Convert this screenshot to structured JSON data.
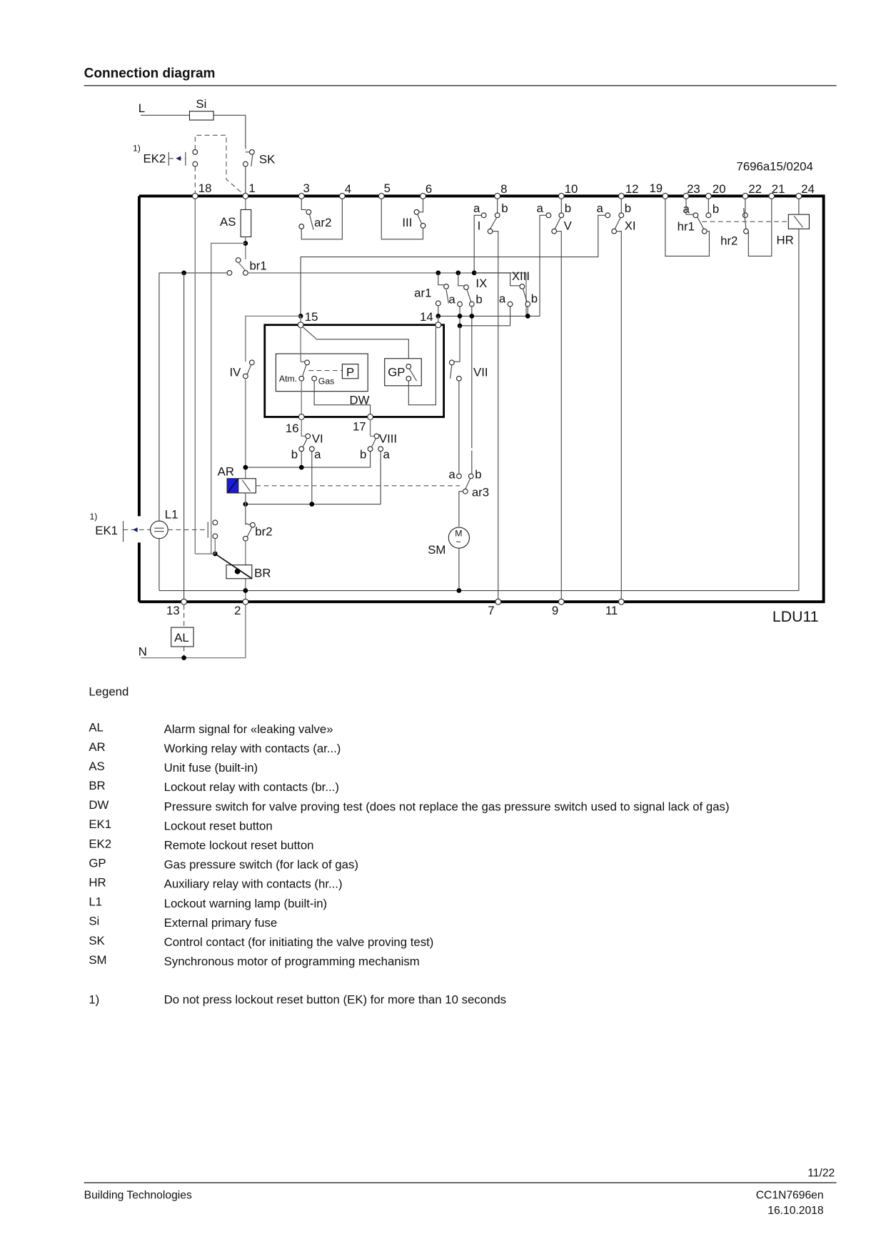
{
  "header": {
    "title": "Connection diagram"
  },
  "diagram": {
    "drawing_id": "7696a15/0204",
    "device_name": "LDU11",
    "supply": {
      "line": "L",
      "neutral": "N"
    },
    "footnote_mark": "1)",
    "terminals_top": [
      "18",
      "1",
      "3",
      "4",
      "5",
      "6",
      "8",
      "10",
      "12",
      "19",
      "23",
      "20",
      "22",
      "21",
      "24"
    ],
    "terminals_bottom": [
      "13",
      "2",
      "7",
      "9",
      "11"
    ],
    "terminals_inner": [
      "15",
      "14",
      "16",
      "17"
    ],
    "components": {
      "Si": "Si",
      "SK": "SK",
      "EK2": "EK2",
      "EK1": "EK1",
      "AS": "AS",
      "AR": "AR",
      "BR": "BR",
      "HR": "HR",
      "L1": "L1",
      "SM": "SM",
      "DW": "DW",
      "GP": "GP",
      "P": "P",
      "AL": "AL",
      "Atm": "Atm.",
      "Gas": "Gas",
      "motor_symbol": "M",
      "motor_tilde": "~"
    },
    "contacts": {
      "ar1": "ar1",
      "ar2": "ar2",
      "ar3": "ar3",
      "br1": "br1",
      "br2": "br2",
      "hr1": "hr1",
      "hr2": "hr2",
      "I": "I",
      "III": "III",
      "IV": "IV",
      "V": "V",
      "VI": "VI",
      "VII": "VII",
      "VIII": "VIII",
      "IX": "IX",
      "XI": "XI",
      "XIII": "XIII",
      "a": "a",
      "b": "b"
    },
    "colors": {
      "ar_coil_fill": "#1a1adc"
    }
  },
  "legend": {
    "title": "Legend",
    "items": [
      {
        "code": "AL",
        "text": "Alarm signal for «leaking valve»"
      },
      {
        "code": "AR",
        "text": "Working relay with contacts (ar...)"
      },
      {
        "code": "AS",
        "text": "Unit fuse (built-in)"
      },
      {
        "code": "BR",
        "text": "Lockout relay with contacts (br...)"
      },
      {
        "code": "DW",
        "text": "Pressure switch for valve proving test (does not replace the gas pressure switch used to signal lack of gas)"
      },
      {
        "code": "EK1",
        "text": "Lockout reset button"
      },
      {
        "code": "EK2",
        "text": "Remote lockout reset button"
      },
      {
        "code": "GP",
        "text": "Gas pressure switch (for lack of gas)"
      },
      {
        "code": "HR",
        "text": "Auxiliary relay with contacts (hr...)"
      },
      {
        "code": "L1",
        "text": "Lockout warning lamp (built-in)"
      },
      {
        "code": "Si",
        "text": "External primary fuse"
      },
      {
        "code": "SK",
        "text": "Control contact (for initiating the valve proving test)"
      },
      {
        "code": "SM",
        "text": "Synchronous motor of programming mechanism"
      }
    ],
    "footnote": {
      "code": "1)",
      "text": "Do not press lockout reset button (EK) for more than 10 seconds"
    }
  },
  "footer": {
    "page": "11/22",
    "company": "Building Technologies",
    "doc_id": "CC1N7696en",
    "date": "16.10.2018"
  }
}
